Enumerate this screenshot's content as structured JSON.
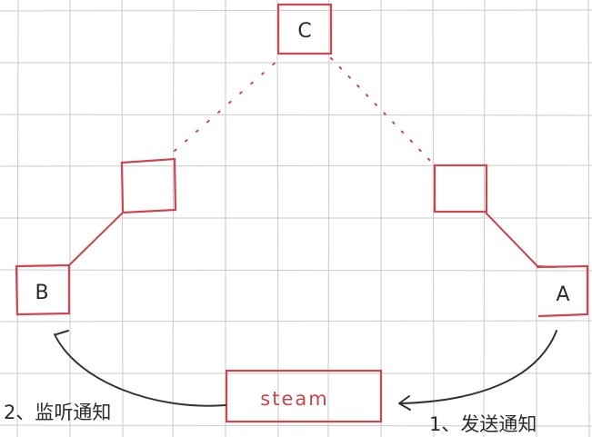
{
  "colors": {
    "grid": "#c9c9c9",
    "node_stroke": "#d0454f",
    "edge": "#c9444c",
    "arrow": "#333333",
    "text": "#2a2a2a"
  },
  "nodes": {
    "c": {
      "label": "C"
    },
    "b": {
      "label": "B"
    },
    "a": {
      "label": "A"
    },
    "stream": {
      "label": "steam"
    }
  },
  "annotations": {
    "send_notice": "1、发送通知",
    "listen_notice": "2、监听通知"
  }
}
